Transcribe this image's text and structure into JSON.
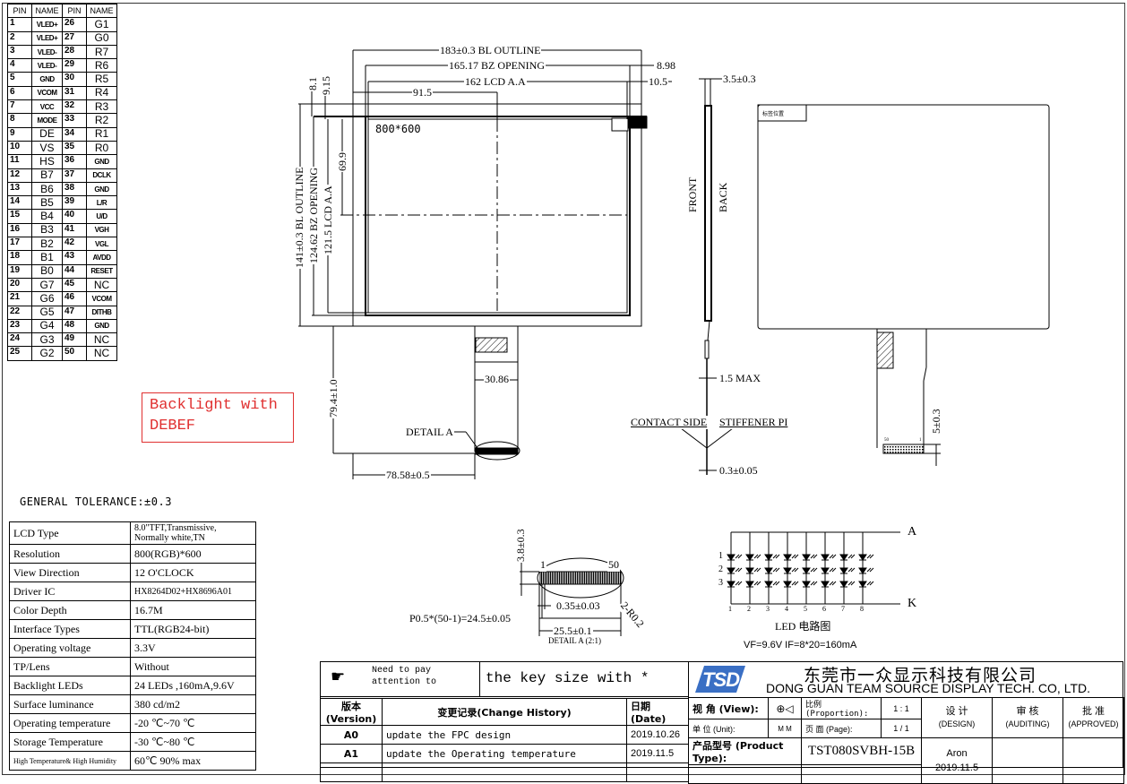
{
  "pin_table": {
    "headers": [
      "PIN",
      "NAME",
      "PIN",
      "NAME"
    ],
    "rows": [
      [
        "1",
        "VLED+",
        "26",
        "G1"
      ],
      [
        "2",
        "VLED+",
        "27",
        "G0"
      ],
      [
        "3",
        "VLED-",
        "28",
        "R7"
      ],
      [
        "4",
        "VLED-",
        "29",
        "R6"
      ],
      [
        "5",
        "GND",
        "30",
        "R5"
      ],
      [
        "6",
        "VCOM",
        "31",
        "R4"
      ],
      [
        "7",
        "VCC",
        "32",
        "R3"
      ],
      [
        "8",
        "MODE",
        "33",
        "R2"
      ],
      [
        "9",
        "DE",
        "34",
        "R1"
      ],
      [
        "10",
        "VS",
        "35",
        "R0"
      ],
      [
        "11",
        "HS",
        "36",
        "GND"
      ],
      [
        "12",
        "B7",
        "37",
        "DCLK"
      ],
      [
        "13",
        "B6",
        "38",
        "GND"
      ],
      [
        "14",
        "B5",
        "39",
        "L/R"
      ],
      [
        "15",
        "B4",
        "40",
        "U/D"
      ],
      [
        "16",
        "B3",
        "41",
        "VGH"
      ],
      [
        "17",
        "B2",
        "42",
        "VGL"
      ],
      [
        "18",
        "B1",
        "43",
        "AVDD"
      ],
      [
        "19",
        "B0",
        "44",
        "RESET"
      ],
      [
        "20",
        "G7",
        "45",
        "NC"
      ],
      [
        "21",
        "G6",
        "46",
        "VCOM"
      ],
      [
        "22",
        "G5",
        "47",
        "DITHB"
      ],
      [
        "23",
        "G4",
        "48",
        "GND"
      ],
      [
        "24",
        "G3",
        "49",
        "NC"
      ],
      [
        "25",
        "G2",
        "50",
        "NC"
      ]
    ]
  },
  "note_box": {
    "line1": "Backlight with",
    "line2": "DEBEF",
    "color": "#e03030"
  },
  "general_tolerance": "GENERAL  TOLERANCE:±0.3",
  "specs": [
    {
      "key": "LCD Type",
      "value": "8.0\"TFT,Transmissive, Normally white,TN"
    },
    {
      "key": "Resolution",
      "value": "800(RGB)*600"
    },
    {
      "key": "View Direction",
      "value": "12  O'CLOCK"
    },
    {
      "key": "Driver IC",
      "value": "HX8264D02+HX8696A01"
    },
    {
      "key": "Color Depth",
      "value": "16.7M"
    },
    {
      "key": "Interface Types",
      "value": "TTL(RGB24-bit)"
    },
    {
      "key": "Operating voltage",
      "value": "3.3V"
    },
    {
      "key": "TP/Lens",
      "value": "Without"
    },
    {
      "key": "Backlight LEDs",
      "value": "24 LEDs ,160mA,9.6V"
    },
    {
      "key": "Surface luminance",
      "value": "380 cd/m2"
    },
    {
      "key": "Operating temperature",
      "value": "-20 ℃~70 ℃"
    },
    {
      "key": "Storage Temperature",
      "value": "-30 ℃~80 ℃"
    },
    {
      "key": "High Temperature& High Humidity",
      "value": "60℃  90% max"
    }
  ],
  "front_view": {
    "resolution_label": "800*600",
    "dims": {
      "bl_outline_w": "183±0.3 BL OUTLINE",
      "bz_opening_w": "165.17 BZ OPENING",
      "lcd_aa_w": "162 LCD A.A",
      "half_w": "91.5",
      "right_898": "8.98",
      "right_105": "10.5",
      "top_81": "8.1",
      "top_915": "9.15",
      "bl_outline_h": "141±0.3 BL OUTLINE",
      "bz_opening_h": "124.62 BZ OPENING",
      "lcd_aa_h": "121.5 LCD A.A",
      "half_h": "69.9",
      "fpc_len": "79.4±1.0",
      "fpc_offset": "78.58±0.5",
      "fpc_width": "30.86",
      "detail_label": "DETAIL A"
    }
  },
  "side_view": {
    "front": "FRONT",
    "back": "BACK",
    "thickness": "3.5±0.3",
    "fpc_max": "1.5 MAX",
    "contact_side": "CONTACT SIDE",
    "stiffener": "STIFFENER PI",
    "fpc_thick": "0.3±0.05"
  },
  "back_view": {
    "label_position": "标签位置",
    "stiffener_len": "5±0.3",
    "pin_first": "50",
    "pin_last": "1"
  },
  "detail_a": {
    "height": "3.8±0.3",
    "pin1": "1",
    "pin50": "50",
    "pad_w": "0.35±0.03",
    "pitch": "P0.5*(50-1)=24.5±0.05",
    "total": "25.5±0.1",
    "radius": "2-R0.2",
    "title": "DETAIL A (2:1)"
  },
  "led_circuit": {
    "anode": "A",
    "cathode": "K",
    "rows": [
      "1",
      "2",
      "3"
    ],
    "cols": [
      "1",
      "2",
      "3",
      "4",
      "5",
      "6",
      "7",
      "8"
    ],
    "title": "LED 电路图",
    "formula": "VF=9.6V  IF=8*20=160mA"
  },
  "title_block": {
    "attention_text": "Need to pay attention to",
    "key_size_note": "the key size with *",
    "company_cn": "东莞市一众显示科技有限公司",
    "company_en": "DONG GUAN TEAM SOURCE DISPLAY TECH. CO, LTD.",
    "logo_text": "TSD",
    "logo_color": "#3a6fc4",
    "history_headers": {
      "version": "版本(Version)",
      "change": "变更记录(Change History)",
      "date": "日期(Date)"
    },
    "history": [
      {
        "version": "A0",
        "change": "update the FPC design",
        "date": "2019.10.26"
      },
      {
        "version": "A1",
        "change": "update the Operating temperature",
        "date": "2019.11.5"
      }
    ],
    "view_label": "视 角 (View):",
    "proportion_label": "比例(Proportion):",
    "proportion": "1 : 1",
    "unit_label": "单 位 (Unit):",
    "unit": "M M",
    "page_label": "页   面 (Page):",
    "page": "1 / 1",
    "product_label": "产品型号 (Product Type):",
    "product": "TST080SVBH-15B",
    "design_cn": "设 计",
    "design_en": "(DESIGN)",
    "audit_cn": "审 核",
    "audit_en": "(AUDITING)",
    "approve_cn": "批 准",
    "approve_en": "(APPROVED)",
    "designer": "Aron",
    "design_date": "2019.11.5"
  }
}
